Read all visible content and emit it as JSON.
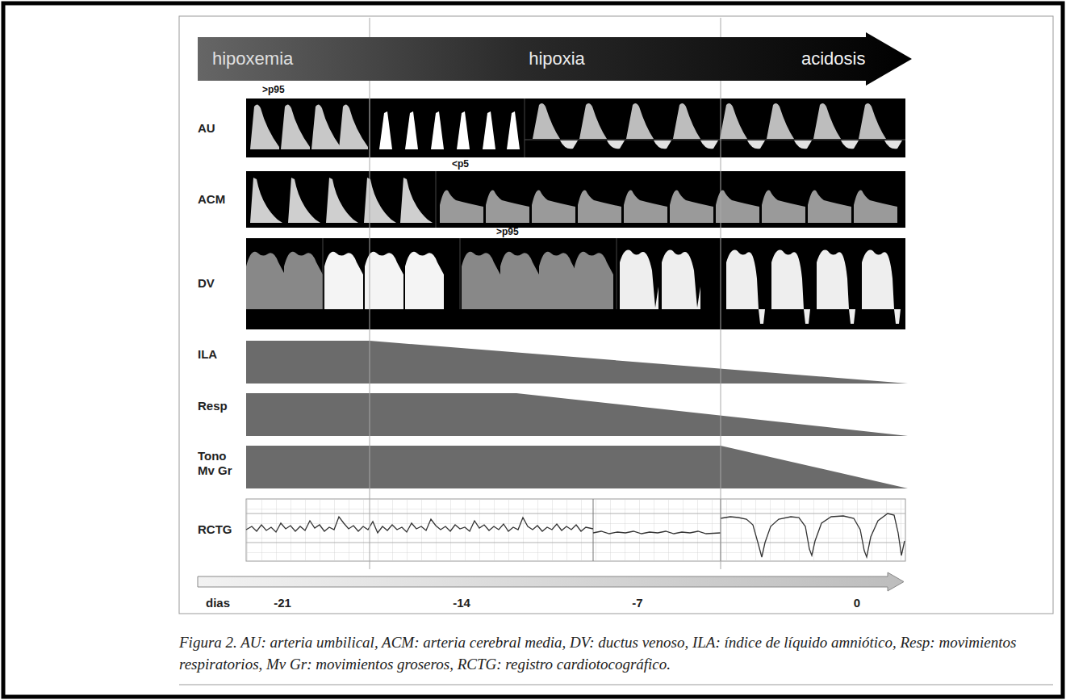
{
  "diagram": {
    "caption": "Figura 2. AU: arteria umbilical, ACM: arteria cerebral media, DV: ductus venoso, ILA: índice de líquido amniótico, Resp: movimientos respiratorios, Mv Gr: movimientos groseros, RCTG: registro cardiotocográfico.",
    "nodes": [
      {
        "text": [
          "hipoxemia",
          "hipoxia",
          "acidosis"
        ]
      }
    ],
    "labels": [
      ">p95",
      "AU",
      "<p5",
      "ACM",
      ">p95",
      "DV",
      "ILA",
      "Resp",
      "Tono Mv Gr",
      "RCTG",
      "dias",
      "-21",
      "-14",
      "-7",
      "0"
    ]
  }
}
